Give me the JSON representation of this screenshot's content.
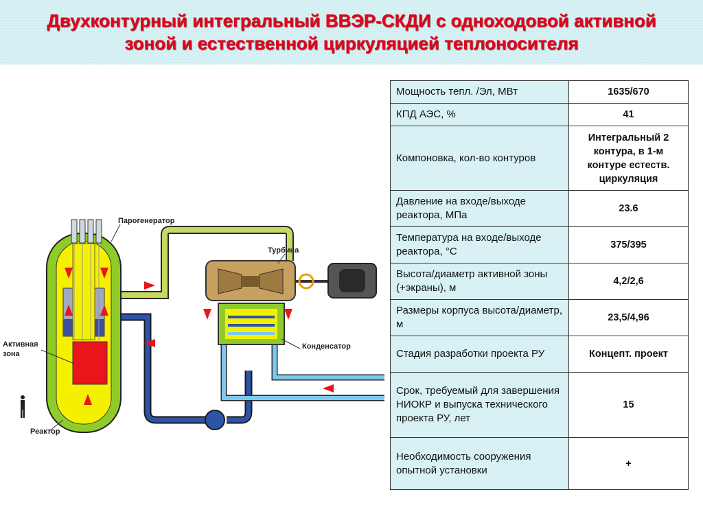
{
  "title": {
    "line1": "Двухконтурный интегральный  ВВЭР-СКДИ с одноходовой активной",
    "line2": "зоной и естественной циркуляцией теплоносителя"
  },
  "diagram": {
    "labels": {
      "steam_generator": "Парогенератор",
      "turbine": "Турбина",
      "active_zone_1": "Активная",
      "active_zone_2": "зона",
      "condenser": "Конденсатор",
      "reactor": "Реактор"
    },
    "colors": {
      "vessel_outer": "#8fcc2a",
      "coolant_yellow": "#f5f000",
      "core_red": "#e8161b",
      "pipe_green": "#c8d860",
      "pipe_blue": "#2d54a8",
      "pipe_cyan": "#7cc9f0",
      "arrow_red": "#e8161b"
    }
  },
  "table": {
    "rows": [
      {
        "label": "Мощность тепл. /Эл, МВт",
        "value": "1635/670"
      },
      {
        "label": "КПД АЭС, %",
        "value": "41"
      },
      {
        "label": "Компоновка, кол-во контуров",
        "value": "Интегральный 2 контура, в 1-м контуре естеств. циркуляция"
      },
      {
        "label": "Давление на входе/выходе реактора, МПа",
        "value": "23.6"
      },
      {
        "label": "Температура на входе/выходе реактора, °C",
        "value": "375/395"
      },
      {
        "label": "Высота/диаметр активной зоны (+экраны), м",
        "value": "4,2/2,6"
      },
      {
        "label": "Размеры корпуса высота/диаметр, м",
        "value": "23,5/4,96"
      },
      {
        "label": "Стадия разработки проекта РУ",
        "value": "Концепт. проект"
      },
      {
        "label": "Срок, требуемый для завершения НИОКР и выпуска технического проекта РУ, лет",
        "value": "15"
      },
      {
        "label": "Необходимость сооружения опытной установки",
        "value": "+"
      }
    ]
  }
}
